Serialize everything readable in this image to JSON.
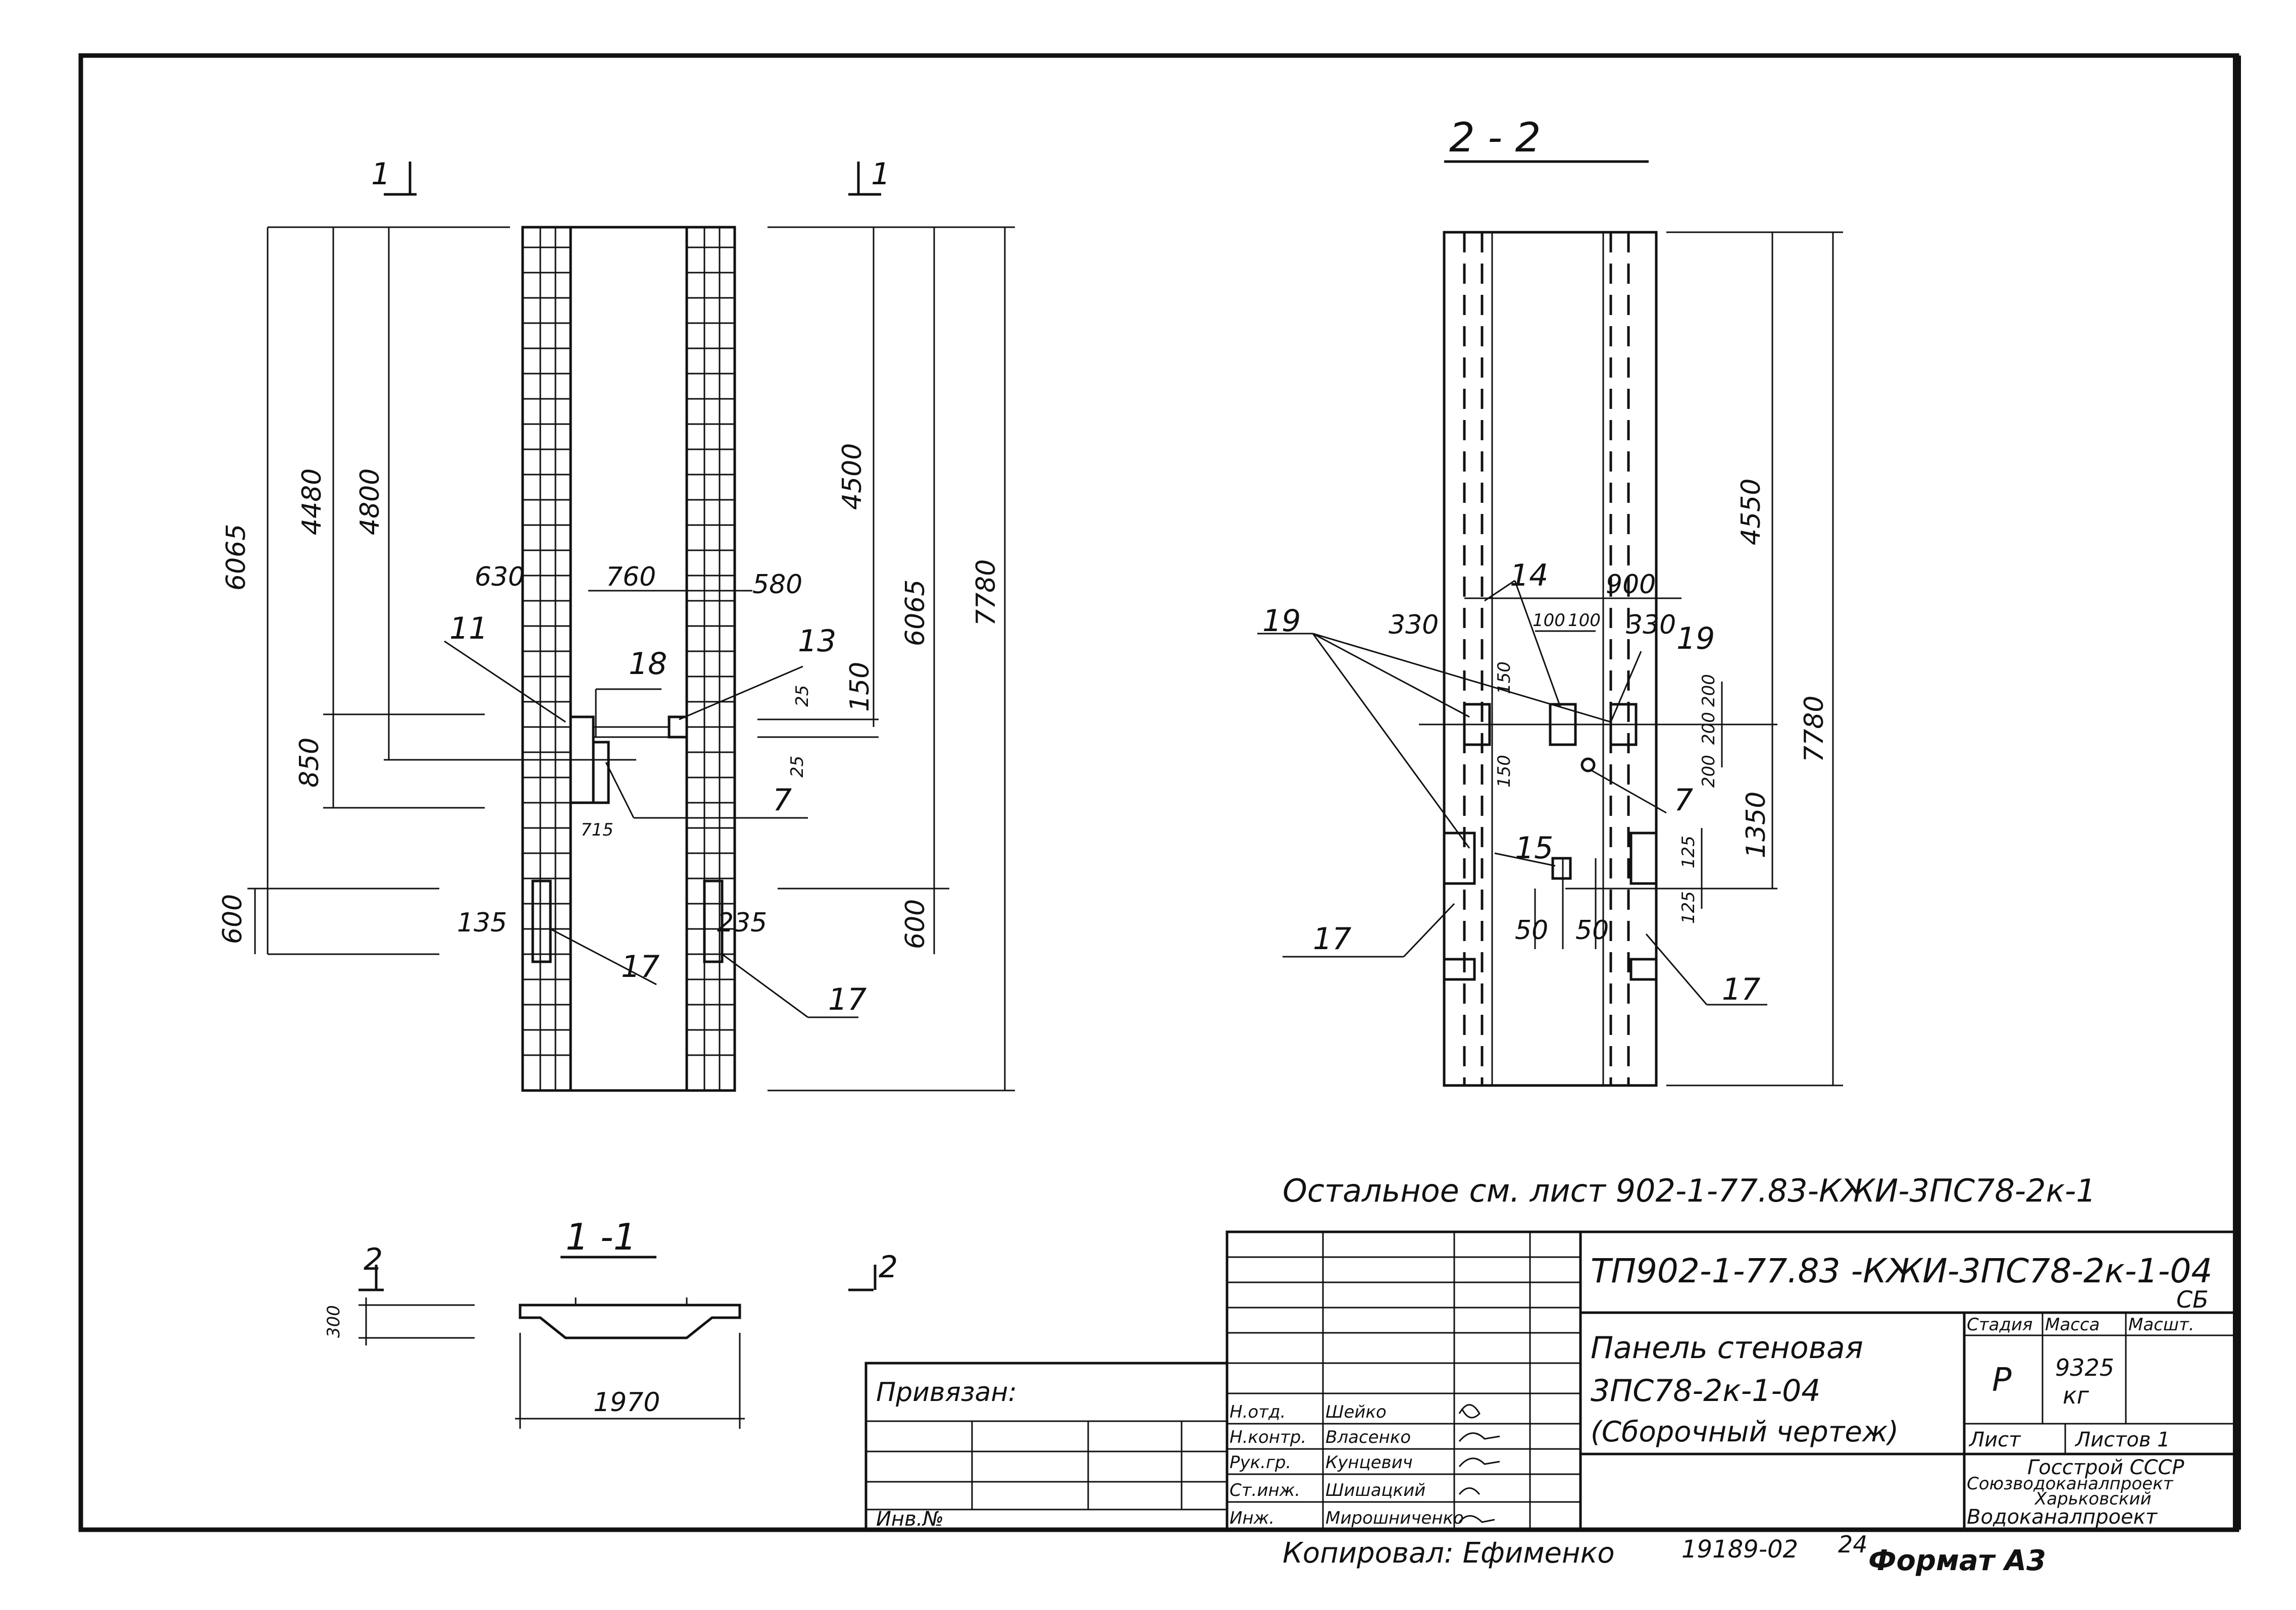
{
  "views": {
    "left_section_mark_a": "1",
    "left_section_mark_b": "1",
    "section_2_2_title": "2 - 2",
    "section_1_1_title": "1 -1",
    "section_1_1_mark_a": "2",
    "section_1_1_mark_b": "2"
  },
  "left_view": {
    "dims": {
      "d6065_left": "6065",
      "d4480": "4480",
      "d4800": "4800",
      "d850": "850",
      "d600_left": "600",
      "d630": "630",
      "d760": "760",
      "d580": "580",
      "d4500": "4500",
      "d6065_right": "6065",
      "d7780": "7780",
      "d150": "150",
      "d25a": "25",
      "d25b": "25",
      "d715": "715",
      "d135": "135",
      "d235": "235",
      "d600_right": "600"
    },
    "callouts": {
      "c11": "11",
      "c18": "18",
      "c13": "13",
      "c7": "7",
      "c17a": "17",
      "c17b": "17"
    }
  },
  "right_view": {
    "dims": {
      "d4550": "4550",
      "d7780": "7780",
      "d330a": "330",
      "d900": "900",
      "d330b": "330",
      "d100a": "100",
      "d100b": "100",
      "d150a": "150",
      "d150b": "150",
      "d200a": "200",
      "d200b": "200",
      "d200c": "200",
      "d1350": "1350",
      "d125a": "125",
      "d125b": "125",
      "d50a": "50",
      "d50b": "50"
    },
    "callouts": {
      "c19a": "19",
      "c19b": "19",
      "c14": "14",
      "c7": "7",
      "c15": "15",
      "c17a": "17",
      "c17b": "17"
    }
  },
  "section_1_1": {
    "d300": "300",
    "d1970": "1970"
  },
  "note": "Остальное см. лист 902-1-77.83-КЖИ-3ПС78-2к-1",
  "title_block": {
    "designation": "ТП902-1-77.83 -КЖИ-3ПС78-2к-1-04",
    "suffix": "СБ",
    "name_line1": "Панель стеновая",
    "name_line2": "3ПС78-2к-1-04",
    "name_line3": "(Сборочный чертеж)",
    "col_stage": "Стадия",
    "col_mass": "Масса",
    "col_scale": "Масшт.",
    "stage_value": "Р",
    "mass_value": "9325",
    "mass_unit": "кг",
    "sheet_label": "Лист",
    "sheets_label": "Листов 1",
    "org_line1": "Госстрой СССР",
    "org_line2": "Союзводоканалпроект",
    "org_line3": "Харьковский",
    "org_line4": "Водоканалпроект",
    "privyazan": "Привязан:",
    "inv_no": "Инв.№",
    "roles": [
      {
        "role": "Н.отд.",
        "name": "Шейко"
      },
      {
        "role": "Н.контр.",
        "name": "Власенко"
      },
      {
        "role": "Рук.гр.",
        "name": "Кунцевич"
      },
      {
        "role": "Ст.инж.",
        "name": "Шишацкий"
      },
      {
        "role": "Инж.",
        "name": "Мирошниченко"
      }
    ]
  },
  "footer": {
    "copied": "Копировал: Ефименко",
    "number": "19189-02",
    "page": "24",
    "format": "Формат А3"
  }
}
